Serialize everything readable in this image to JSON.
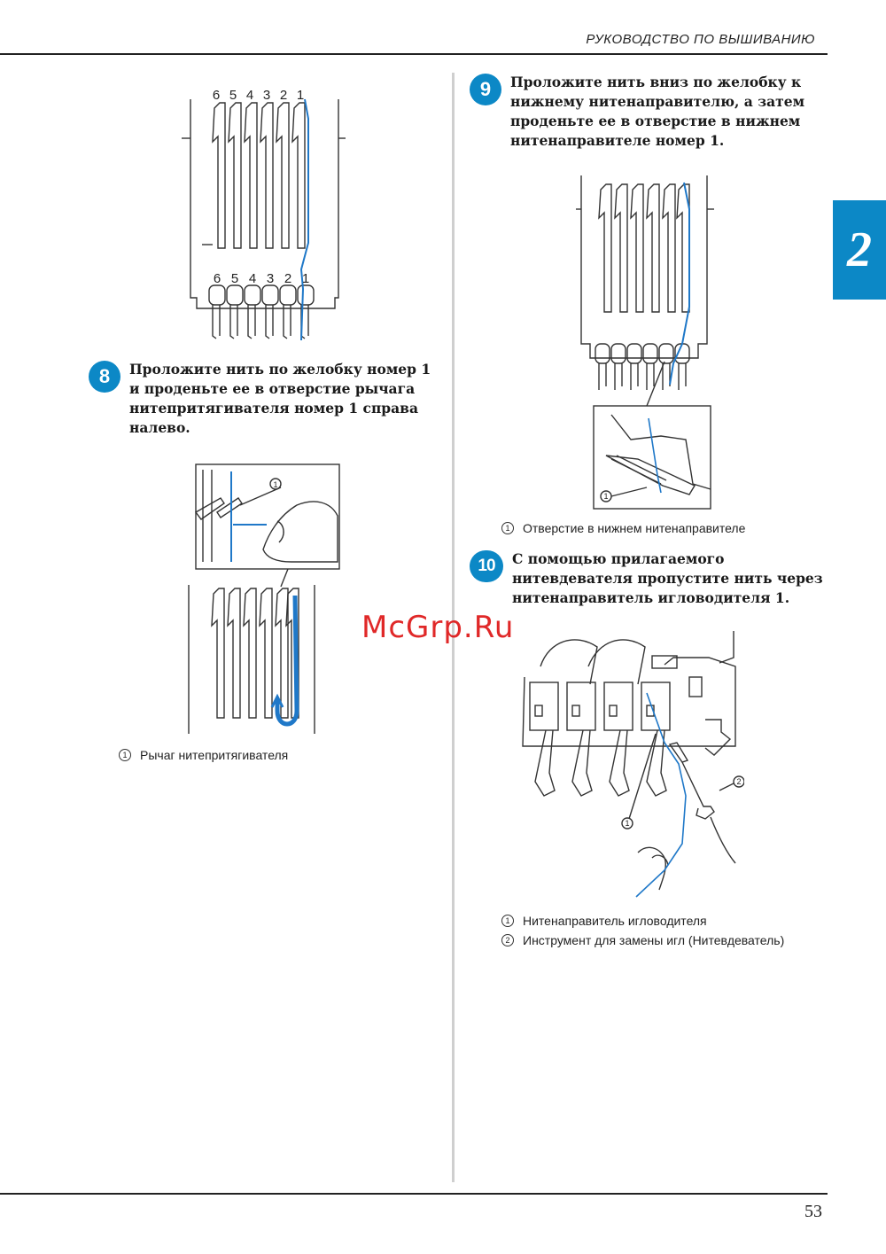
{
  "header": {
    "title": "РУКОВОДСТВО ПО ВЫШИВАНИЮ"
  },
  "chapter_tab": "2",
  "steps": [
    {
      "number": "8",
      "text": "Проложите нить по желобку номер 1 и проденьте ее в отверстие рычага нитепритягивателя номер 1 справа налево."
    },
    {
      "number": "9",
      "text": "Проложите нить вниз по желобку к нижнему нитенаправителю, а затем проденьте ее в отверстие в нижнем нитенаправителе номер 1."
    },
    {
      "number": "10",
      "text": "С помощью прилагаемого нитевдевателя пропустите нить через нитенаправитель игловодителя 1."
    }
  ],
  "figures": {
    "fig1": {
      "top_numbers": [
        "6",
        "5",
        "4",
        "3",
        "2",
        "1"
      ],
      "bottom_numbers": [
        "6",
        "5",
        "4",
        "3",
        "2",
        "1"
      ]
    },
    "fig2": {
      "callout": "1"
    },
    "fig3": {
      "callout": "1"
    },
    "fig4": {
      "callouts": [
        "1",
        "2"
      ]
    }
  },
  "captions": {
    "step8": [
      {
        "num": "1",
        "text": "Рычаг нитепритягивателя"
      }
    ],
    "step9": [
      {
        "num": "1",
        "text": "Отверстие в нижнем нитенаправителе"
      }
    ],
    "step10": [
      {
        "num": "1",
        "text": "Нитенаправитель игловодителя"
      },
      {
        "num": "2",
        "text": "Инструмент для замены игл (Нитевдеватель)"
      }
    ]
  },
  "watermark": "McGrp.Ru",
  "page_number": "53",
  "colors": {
    "accent": "#0c88c6",
    "thread": "#1f78c8"
  }
}
